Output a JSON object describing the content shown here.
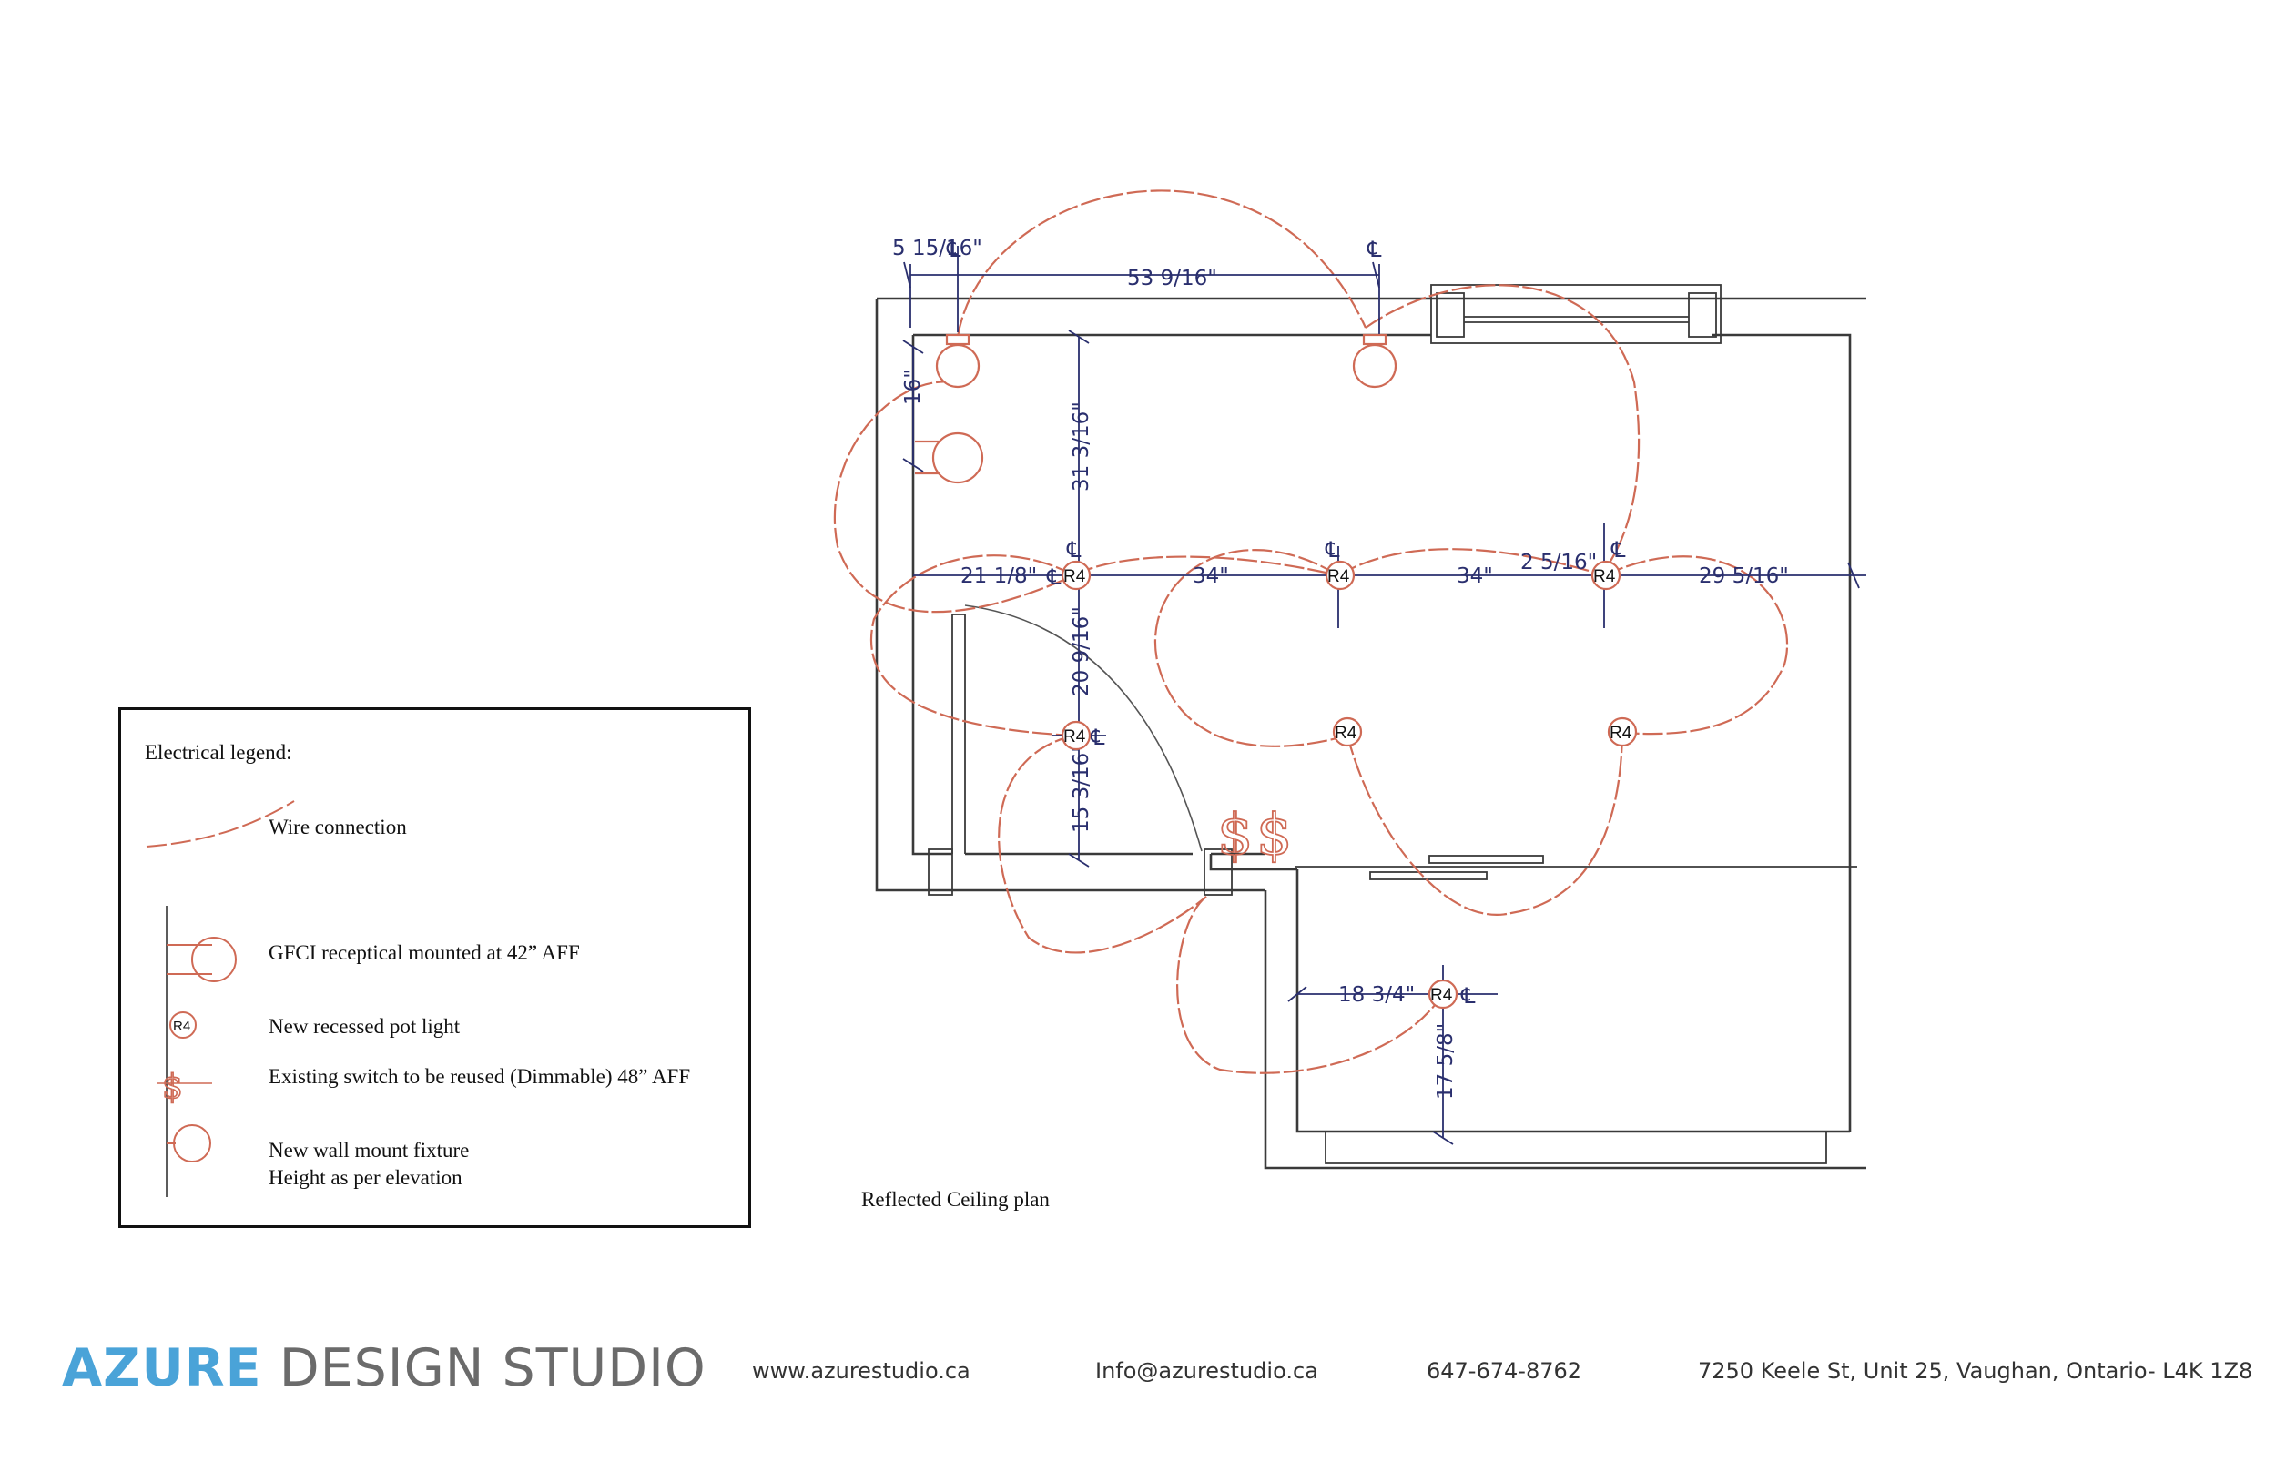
{
  "plan": {
    "title": "Reflected Ceiling plan",
    "dimensions": {
      "d1": "5 15/16\"",
      "d2": "53 9/16\"",
      "d3": "16\"",
      "d4": "31 3/16\"",
      "d5": "21 1/8\"",
      "d6": "34\"",
      "d7": "34\"",
      "d8": "2 5/16\"",
      "d9": "29 5/16\"",
      "d10": "20 9/16\"",
      "d11": "15 3/16\"",
      "d12": "18 3/4\"",
      "d13": "17 5/8\""
    },
    "pot_light_label": "R4",
    "centerline_symbol": "℄",
    "switch_symbol": "$"
  },
  "legend": {
    "title": "Electrical legend:",
    "items": {
      "wire": "Wire connection",
      "gfci": "GFCI receptical mounted at 42” AFF",
      "potlight": "New recessed pot light",
      "switch": "Existing switch to be reused  (Dimmable) 48” AFF",
      "wall_fixture_1": "New wall mount fixture",
      "wall_fixture_2": "Height as per elevation"
    },
    "sample_r4": "R4"
  },
  "footer": {
    "brand_primary": "AZURE",
    "brand_secondary": "DESIGN STUDIO",
    "website": "www.azurestudio.ca",
    "email": "Info@azurestudio.ca",
    "phone": "647-674-8762",
    "address": "7250 Keele St, Unit 25, Vaughan, Ontario- L4K 1Z8"
  },
  "colors": {
    "brand_primary": "#4aa3d8",
    "brand_secondary": "#6b6b6b",
    "wire": "#cf6a55",
    "dimension": "#2a2f6e"
  }
}
